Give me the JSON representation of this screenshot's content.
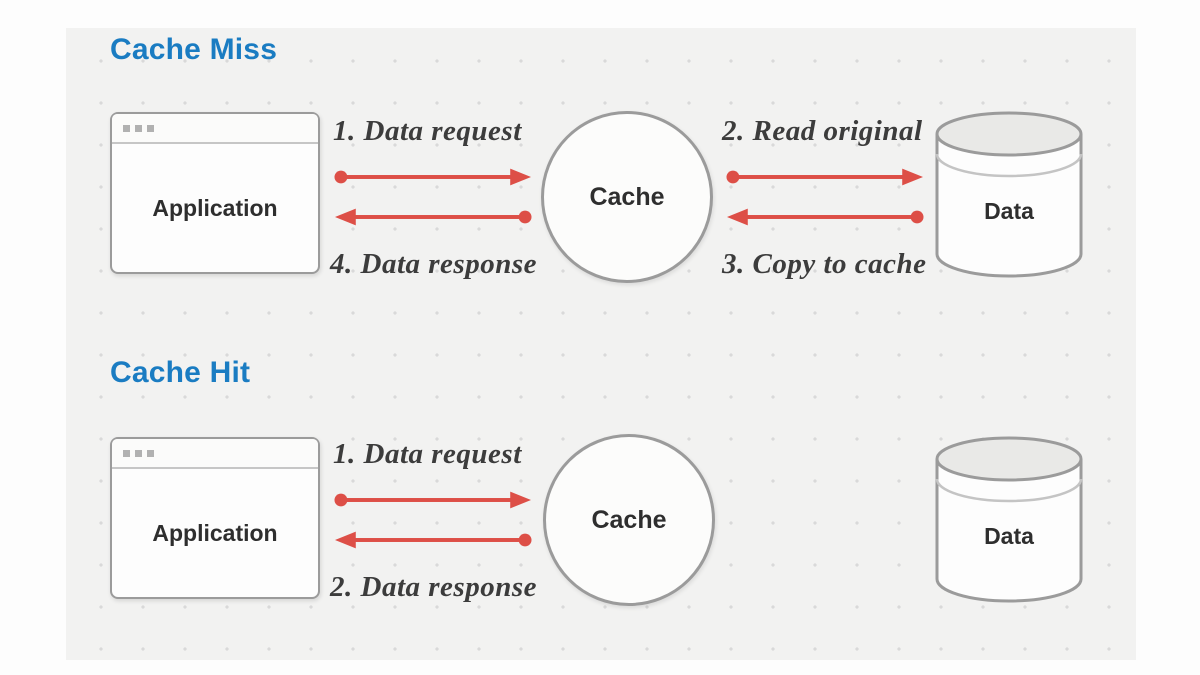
{
  "diagram": {
    "colors": {
      "section_title_blue": "#1a7cc2",
      "arrow_red": "#dd4f47",
      "shape_border_gray": "#9b9b9b",
      "label_dark": "#3c3c3c",
      "canvas_gray": "#f2f2f1",
      "cylinder_top_gray": "#e9e9e7"
    },
    "icons": {
      "window_controls": "window-dots-icon",
      "arrow_right": "arrow-right-icon",
      "arrow_left": "arrow-left-icon",
      "database": "database-cylinder-icon"
    },
    "sections": [
      {
        "title": "Cache Miss",
        "application_label": "Application",
        "cache_label": "Cache",
        "data_label": "Data",
        "app_cache_arrows": {
          "request_label": "1. Data request",
          "response_label": "4. Data response"
        },
        "cache_data_arrows": {
          "read_label": "2. Read original",
          "copy_label": "3. Copy to cache"
        }
      },
      {
        "title": "Cache Hit",
        "application_label": "Application",
        "cache_label": "Cache",
        "data_label": "Data",
        "app_cache_arrows": {
          "request_label": "1. Data request",
          "response_label": "2. Data response"
        }
      }
    ]
  }
}
